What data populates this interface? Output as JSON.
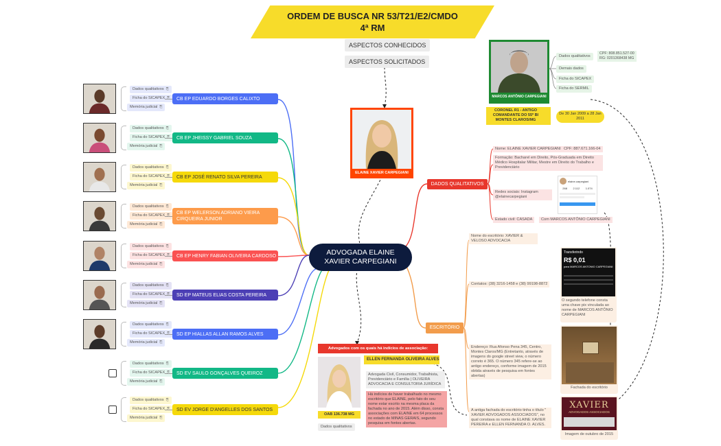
{
  "title": {
    "line1": "ORDEM DE BUSCA NR 53/T21/E2/CMDO",
    "line2": "4ª RM"
  },
  "aspects": {
    "known": "ASPECTOS CONHECIDOS",
    "requested": "ASPECTOS SOLICITADOS"
  },
  "center": {
    "line1": "ADVOGADA ELAINE",
    "line2": "XAVIER CARPEGIANI"
  },
  "elaine_photo_label": "ELAINE XAVIER CARPEGIANI",
  "marcos": {
    "name": "MARCOS ANTÔNIO CARPEGIANI",
    "qual": "Dados qualitativos",
    "cpf": "CPF: 808.851.527-00",
    "rg": "RG: 0201368438 MG",
    "children": [
      "Demais dados",
      "Ficha do SICAPEX",
      "Ficha do SERMIL"
    ],
    "role": "CORONEL R1 - ANTIGO COMANDANTE DO 55º BI MONTES CLAROS/MG",
    "period": "De 30 Jan 2009 a 28 Jan 2011"
  },
  "soldiers": [
    {
      "label": "CB EP EDUARDO BORGES CALIXTO",
      "color": "#4c6ef5",
      "checkbox": false
    },
    {
      "label": "CB EP JHEISSY GABRIEL SOUZA",
      "color": "#12b886",
      "checkbox": false
    },
    {
      "label": "CB EP JOSÉ RENATO SILVA PEREIRA",
      "color": "#f5d90a",
      "checkbox": false
    },
    {
      "label": "CB EP WELERSON ADRIANO VIEIRA CIRQUEIRA JUNIOR",
      "color": "#fd9b4b",
      "checkbox": false
    },
    {
      "label": "CB EP HENRY FABIAN OLIVEIRA CARDOSO",
      "color": "#fa5252",
      "checkbox": false
    },
    {
      "label": "SD EP MATEUS ELIAS COSTA PEREIRA",
      "color": "#4c3fb5",
      "checkbox": false
    },
    {
      "label": "SD EP HIALLAS ALLAN RAMOS ALVES",
      "color": "#4c6ef5",
      "checkbox": false
    },
    {
      "label": "SD EV SAULO GONÇALVES QUEIROZ",
      "color": "#12b886",
      "checkbox": true
    },
    {
      "label": "SD EV JORGE D'ANGELLES DOS SANTOS",
      "color": "#f5d90a",
      "checkbox": true
    }
  ],
  "soldier_chips": [
    "Dados qualitativos",
    "Ficha do SICAPEX",
    "Memória judicial"
  ],
  "dados": {
    "label": "DADOS QUALITATIVOS",
    "name": "Nome: ELAINE XAVIER CARPEGIANI",
    "cpf": "CPF: 887.671.166-04",
    "formacao": "Formação: Bacharel em Direito, Pós-Graduada em Direito Médico Hospitalar Militar, Mestre em Direito do Trabalho e Previdenciário",
    "redes": "Redes sociais: Instagram @elainecarpegiani",
    "estado": "Estado civil: CASADA",
    "estado_extra": "Com MARCOS ANTÔNIO CARPEGIANI",
    "insta_handle": "elaine.carpegiani",
    "insta_stats": [
      "268",
      "2.112",
      "1.074"
    ]
  },
  "escritorio": {
    "label": "ESCRITÓRIO",
    "nome": "Nome do escritório: XAVIER & VELOSO ADVOCACIA",
    "contatos": "Contatos: (38) 3216-1458 e (38) 99198-8872",
    "endereco": "Endereço: Rua Afonso Pena 345, Centro, Montes Claros/MG (Entretanto, através de imagens do google street view, o número correto é 365. O número 345 refere-se ao antigo endereço, conforme imagem de 2015 obtida através de pesquisa em fontes abertas)",
    "fachada_text": "A antiga fachada do escritório tinha o título \" XAVIER ADVOGADOS ASSOCIADOS\", no qual constava os nome de ELAINE XAVIER PEREIRA e ELLEN FERNANDA O. ALVES.",
    "pix_note": "O segundo telefone consta uma chave pix vinculada ao nome de MARCOS ANTÔNIO CARPEGIANI",
    "pix_title": "Transferindo",
    "pix_amount": "R$ 0,01",
    "pix_to": "para MARCOS ANTONIO CARPEGIANI",
    "fachada_caption": "Fachada do escritório",
    "old_caption": "Imagem de outubro de 2015",
    "sign_text": "XAVIER",
    "sign_sub": "ADVOGADOS ASSOCIADOS"
  },
  "associados": {
    "header": "Advogados com os quais há indícios de associação:",
    "name": "ELLEN FERNANDA OLIVEIRA ALVES",
    "desc": "Advogada Civil, Consumidor, Trabalhista, Previdenciário e Família | OLIVEIRA ADVOCACIA E CONSULTORIA JURÍDICA",
    "note": "Há indícios de haver trabalhado no mesmo escritório que ELAINE, pelo fato do seu nome estar escrito na mesma placa da fachada no ano de 2015. Além disso, consta associações com ELAINE em 64 processos no estado de MINAS GERAIS, segundo pesquisa em fontes abertas.",
    "oab": "OAB 136.738 MG",
    "qual": "Dados qualitativos"
  },
  "colors": {
    "banner": "#f7dc2a",
    "center": "#0d1b3d",
    "dados_red": "#e8372c",
    "escritorio": "#f29c4b",
    "marcos_green": "#1e8a32",
    "elaine_frame": "#ff4500"
  }
}
